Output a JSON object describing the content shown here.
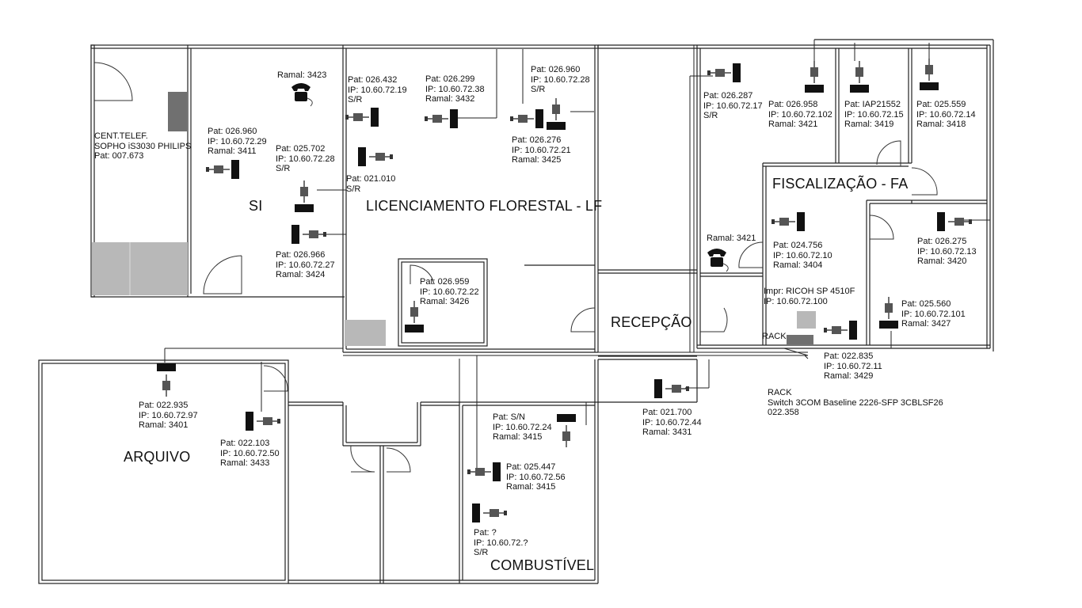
{
  "rooms": {
    "si": "SI",
    "lf": "LICENCIAMENTO FLORESTAL - LF",
    "fa": "FISCALIZAÇÃO - FA",
    "recepcao": "RECEPÇÃO",
    "arquivo": "ARQUIVO",
    "combustivel": "COMBUSTÍVEL"
  },
  "labels": {
    "central": [
      "CENT.TELEF.",
      "SOPHO iS3030 PHILIPS",
      "Pat: 007.673"
    ],
    "ramal_si": "Ramal: 3423",
    "pc_026960_si": [
      "Pat: 026.960",
      "IP: 10.60.72.29",
      "Ramal: 3411"
    ],
    "pc_025702": [
      "Pat: 025.702",
      "IP: 10.60.72.28",
      "S/R"
    ],
    "pc_026966": [
      "Pat: 026.966",
      "IP: 10.60.72.27",
      "Ramal: 3424"
    ],
    "pc_026432": [
      "Pat: 026.432",
      "IP: 10.60.72.19",
      "S/R"
    ],
    "pc_021010": [
      "Pat: 021.010",
      "S/R"
    ],
    "pc_026299": [
      "Pat: 026.299",
      "IP: 10.60.72.38",
      "Ramal: 3432"
    ],
    "pc_026960_lf": [
      "Pat: 026.960",
      "IP: 10.60.72.28",
      "S/R"
    ],
    "pc_026276": [
      "Pat: 026.276",
      "IP: 10.60.72.21",
      "Ramal: 3425"
    ],
    "pc_026959": [
      "Pat: 026.959",
      "IP: 10.60.72.22",
      "Ramal: 3426"
    ],
    "pc_026287": [
      "Pat: 026.287",
      "IP: 10.60.72.17",
      "S/R"
    ],
    "pc_026958": [
      "Pat: 026.958",
      "IP: 10.60.72.102",
      "Ramal: 3421"
    ],
    "pc_iap21552": [
      "Pat: IAP21552",
      "IP: 10.60.72.15",
      "Ramal: 3419"
    ],
    "pc_025559": [
      "Pat: 025.559",
      "IP: 10.60.72.14",
      "Ramal: 3418"
    ],
    "ramal_3421": "Ramal: 3421",
    "pc_024756": [
      "Pat: 024.756",
      "IP: 10.60.72.10",
      "Ramal: 3404"
    ],
    "pc_026275": [
      "Pat: 026.275",
      "IP: 10.60.72.13",
      "Ramal: 3420"
    ],
    "impressora": [
      "Impr: RICOH SP 4510F",
      "IP: 10.60.72.100"
    ],
    "rack_small": "RACK",
    "pc_025560": [
      "Pat: 025.560",
      "IP: 10.60.72.101",
      "Ramal: 3427"
    ],
    "pc_022835": [
      "Pat: 022.835",
      "IP: 10.60.72.11",
      "Ramal: 3429"
    ],
    "rack_switch": [
      "RACK",
      "Switch 3COM Baseline 2226-SFP 3CBLSF26",
      "022.358"
    ],
    "pc_021700": [
      "Pat: 021.700",
      "IP: 10.60.72.44",
      "Ramal: 3431"
    ],
    "pc_022935": [
      "Pat: 022.935",
      "IP: 10.60.72.97",
      "Ramal: 3401"
    ],
    "pc_022103": [
      "Pat: 022.103",
      "IP: 10.60.72.50",
      "Ramal: 3433"
    ],
    "pc_sn": [
      "Pat: S/N",
      "IP: 10.60.72.24",
      "Ramal: 3415"
    ],
    "pc_025447": [
      "Pat: 025.447",
      "IP: 10.60.72.56",
      "Ramal: 3415"
    ],
    "pc_unknown": [
      "Pat: ?",
      "IP: 10.60.72.?",
      "S/R"
    ]
  },
  "colors": {
    "wall": "#222222",
    "equipment": "#111111",
    "fill_gray": "#b8b8b8",
    "dark_gray": "#707070"
  }
}
